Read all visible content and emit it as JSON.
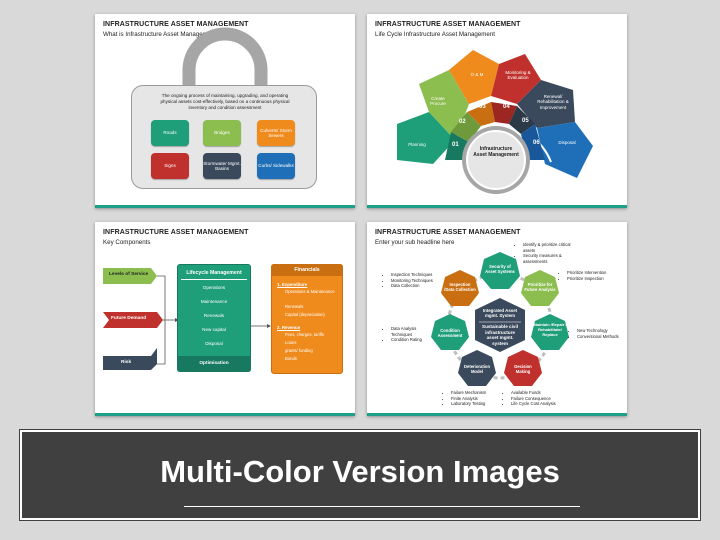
{
  "slide1": {
    "title": "INFRASTRUCTURE ASSET MANAGEMENT",
    "subtitle": "What is Infrastructure Asset Management?",
    "description": "The ongoing process of maintaining, upgrading, and operating physical assets cost-effectively, based on a continuous physical inventory and condition assessment",
    "tiles": [
      "Roads",
      "Bridges",
      "Culverts/ Storm Sewers",
      "Signs",
      "Stormwater Mgmt. Basins",
      "Curbs/ Sidewalks"
    ]
  },
  "slide2": {
    "title": "INFRASTRUCTURE ASSET MANAGEMENT",
    "subtitle": "Life Cycle Infrastructure Asset Management",
    "center": "Infrastructure Asset Management",
    "segments": [
      {
        "num": "01",
        "label": "Planning"
      },
      {
        "num": "02",
        "label": "Create Procure"
      },
      {
        "num": "03",
        "label": "O & M"
      },
      {
        "num": "04",
        "label": "Monitoring & Evaluation"
      },
      {
        "num": "05",
        "label": "Renewal/ Rehabilitation & Improvement"
      },
      {
        "num": "06",
        "label": "Disposal"
      }
    ]
  },
  "slide3": {
    "title": "INFRASTRUCTURE ASSET MANAGEMENT",
    "subtitle": "Key Components",
    "left": [
      "Levels of Service",
      "Future Demand",
      "Risk"
    ],
    "lifecycle": {
      "header": "Lifecycle Management",
      "items": [
        "Operations",
        "Maintenance",
        "Renewals",
        "New capital",
        "Disposal"
      ],
      "footer": "Optimisation"
    },
    "financials": {
      "header": "Financials",
      "exp_title": "1. Expenditure",
      "exp_items": [
        "Operations & Maintenance",
        "Renewals",
        "Capital (depreciation)"
      ],
      "rev_title": "2. Revenue",
      "rev_items": [
        "Fees, charges, tariffs",
        "Loans",
        "grants/ funding",
        "Bonds"
      ]
    }
  },
  "slide4": {
    "title": "INFRASTRUCTURE ASSET MANAGEMENT",
    "subtitle": "Enter your sub headline here",
    "center_top": "Integrated Asset mgmt. System",
    "center_bottom": "Sustainable civil infrastructure asset mgmt. system",
    "nodes": [
      "Security of Asset Systems",
      "Prioritize for Future Analysis",
      "Maintain /Repair / Rehabilitate/ Replace",
      "Decision Making",
      "Deterioration Model",
      "Condition Assessment",
      "Inspection /Data Collection"
    ],
    "notes": {
      "top_right": [
        "Identify & prioritize critical assets",
        "Security measures & assessments"
      ],
      "right1": [
        "Prioritize Intervention",
        "Prioritize Inspection"
      ],
      "right2": [
        "New Technology",
        "Conventional Methods"
      ],
      "bottom_right": [
        "Available Funds",
        "Failure Consequence",
        "Life Cycle Cost Analysis"
      ],
      "bottom_left": [
        "Failure Mechanism",
        "Finite Analysis",
        "Laboratory Testing"
      ],
      "left1": [
        "Data Analysis Techniques",
        "Condition Rating"
      ],
      "left2": [
        "Inspection Techniques",
        "Monitoring Techniques",
        "Data Collection"
      ]
    }
  },
  "banner": {
    "text": "Multi-Color Version Images"
  }
}
